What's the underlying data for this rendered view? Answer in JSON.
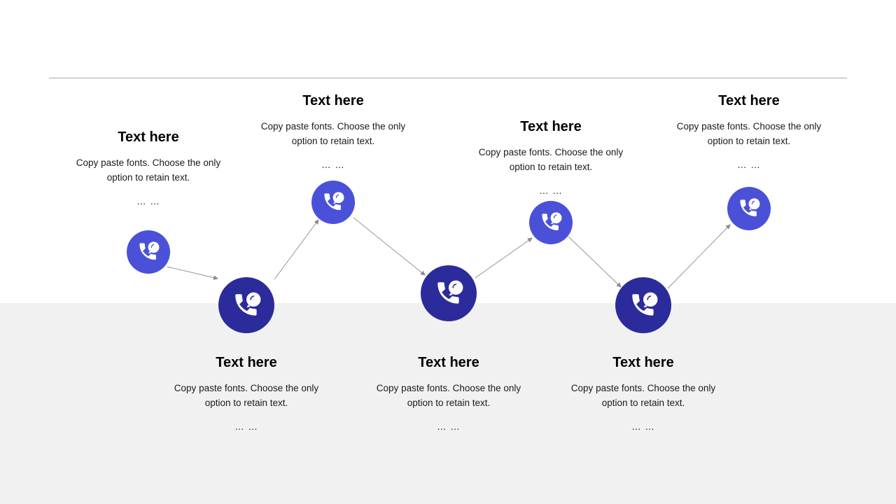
{
  "slide": {
    "background_color": "#ffffff",
    "band_color": "#f1f1f1",
    "rule_color": "#a6a6a6",
    "accent_light": "#4a51d8",
    "accent_dark": "#2b2b9b",
    "connector_color": "#8c8c8c"
  },
  "icon_name": "phone-chat-icon",
  "blocks": [
    {
      "id": "block-1",
      "title": "Text here",
      "body": "Copy paste fonts. Choose the only option to retain text.",
      "dots": "… …"
    },
    {
      "id": "block-2",
      "title": "Text here",
      "body": "Copy paste fonts. Choose the only option to retain text.",
      "dots": "… …"
    },
    {
      "id": "block-3",
      "title": "Text here",
      "body": "Copy paste fonts. Choose the only option to retain text.",
      "dots": "… …"
    },
    {
      "id": "block-4",
      "title": "Text here",
      "body": "Copy paste fonts. Choose the only option to retain text.",
      "dots": "… …"
    },
    {
      "id": "block-5",
      "title": "Text here",
      "body": "Copy paste fonts. Choose the only option to retain text.",
      "dots": "… …"
    },
    {
      "id": "block-6",
      "title": "Text here",
      "body": "Copy paste fonts. Choose the only option to retain text.",
      "dots": "… …"
    },
    {
      "id": "block-7",
      "title": "Text here",
      "body": "Copy paste fonts. Choose the only option to retain text.",
      "dots": "… …"
    }
  ],
  "nodes": [
    {
      "id": "node-1",
      "size": "small",
      "color": "#4a51d8"
    },
    {
      "id": "node-2",
      "size": "large",
      "color": "#2b2b9b"
    },
    {
      "id": "node-3",
      "size": "small",
      "color": "#4a51d8"
    },
    {
      "id": "node-4",
      "size": "large",
      "color": "#2b2b9b"
    },
    {
      "id": "node-5",
      "size": "small",
      "color": "#4a51d8"
    },
    {
      "id": "node-6",
      "size": "large",
      "color": "#2b2b9b"
    },
    {
      "id": "node-7",
      "size": "small",
      "color": "#4a51d8"
    }
  ]
}
